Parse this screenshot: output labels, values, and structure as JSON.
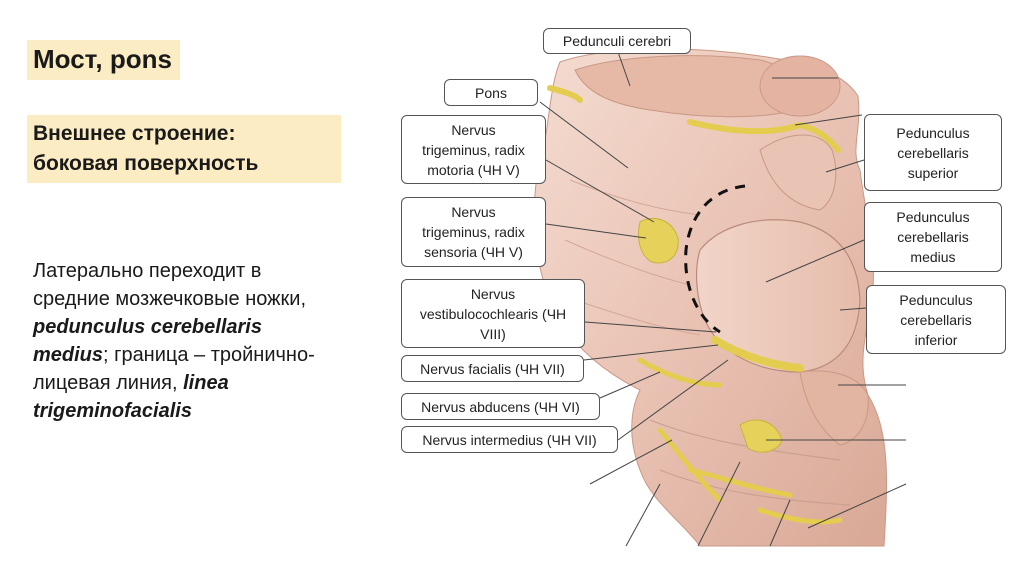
{
  "slide": {
    "title": "Мост, pons",
    "subtitle_lines": [
      "Внешнее строение:",
      "боковая поверхность"
    ],
    "body": {
      "t1": "Латерально переходит в средние мозжечковые ножки, ",
      "t2": "pedunculus cerebellaris medius",
      "t3": "; граница – тройнично-лицевая линия, ",
      "t4": "linea trigeminofacialis"
    }
  },
  "labels": {
    "pedunculi_cerebri": "Pedunculi cerebri",
    "pons": "Pons",
    "trigeminus_motoria": [
      "Nervus",
      "trigeminus, radix",
      "motoria (ЧН V)"
    ],
    "trigeminus_sensoria": [
      "Nervus",
      "trigeminus, radix",
      "sensoria (ЧН V)"
    ],
    "vestibulocochlearis": [
      "Nervus",
      "vestibulocochlearis (ЧН",
      "VIII)"
    ],
    "facialis": "Nervus facialis (ЧН VII)",
    "abducens": "Nervus abducens (ЧН VI)",
    "intermedius": "Nervus intermedius (ЧН VII)",
    "ped_cb_superior": [
      "Pedunculus",
      "cerebellaris",
      "superior"
    ],
    "ped_cb_medius": [
      "Pedunculus",
      "cerebellaris",
      "medius"
    ],
    "ped_cb_inferior": [
      "Pedunculus",
      "cerebellaris",
      "inferior"
    ]
  },
  "colors": {
    "highlight": "#fbecc4",
    "tissue": "#e8bfb0",
    "tissue_light": "#f3d8cc",
    "nerve": "#e6d25a",
    "leader": "#444444"
  }
}
